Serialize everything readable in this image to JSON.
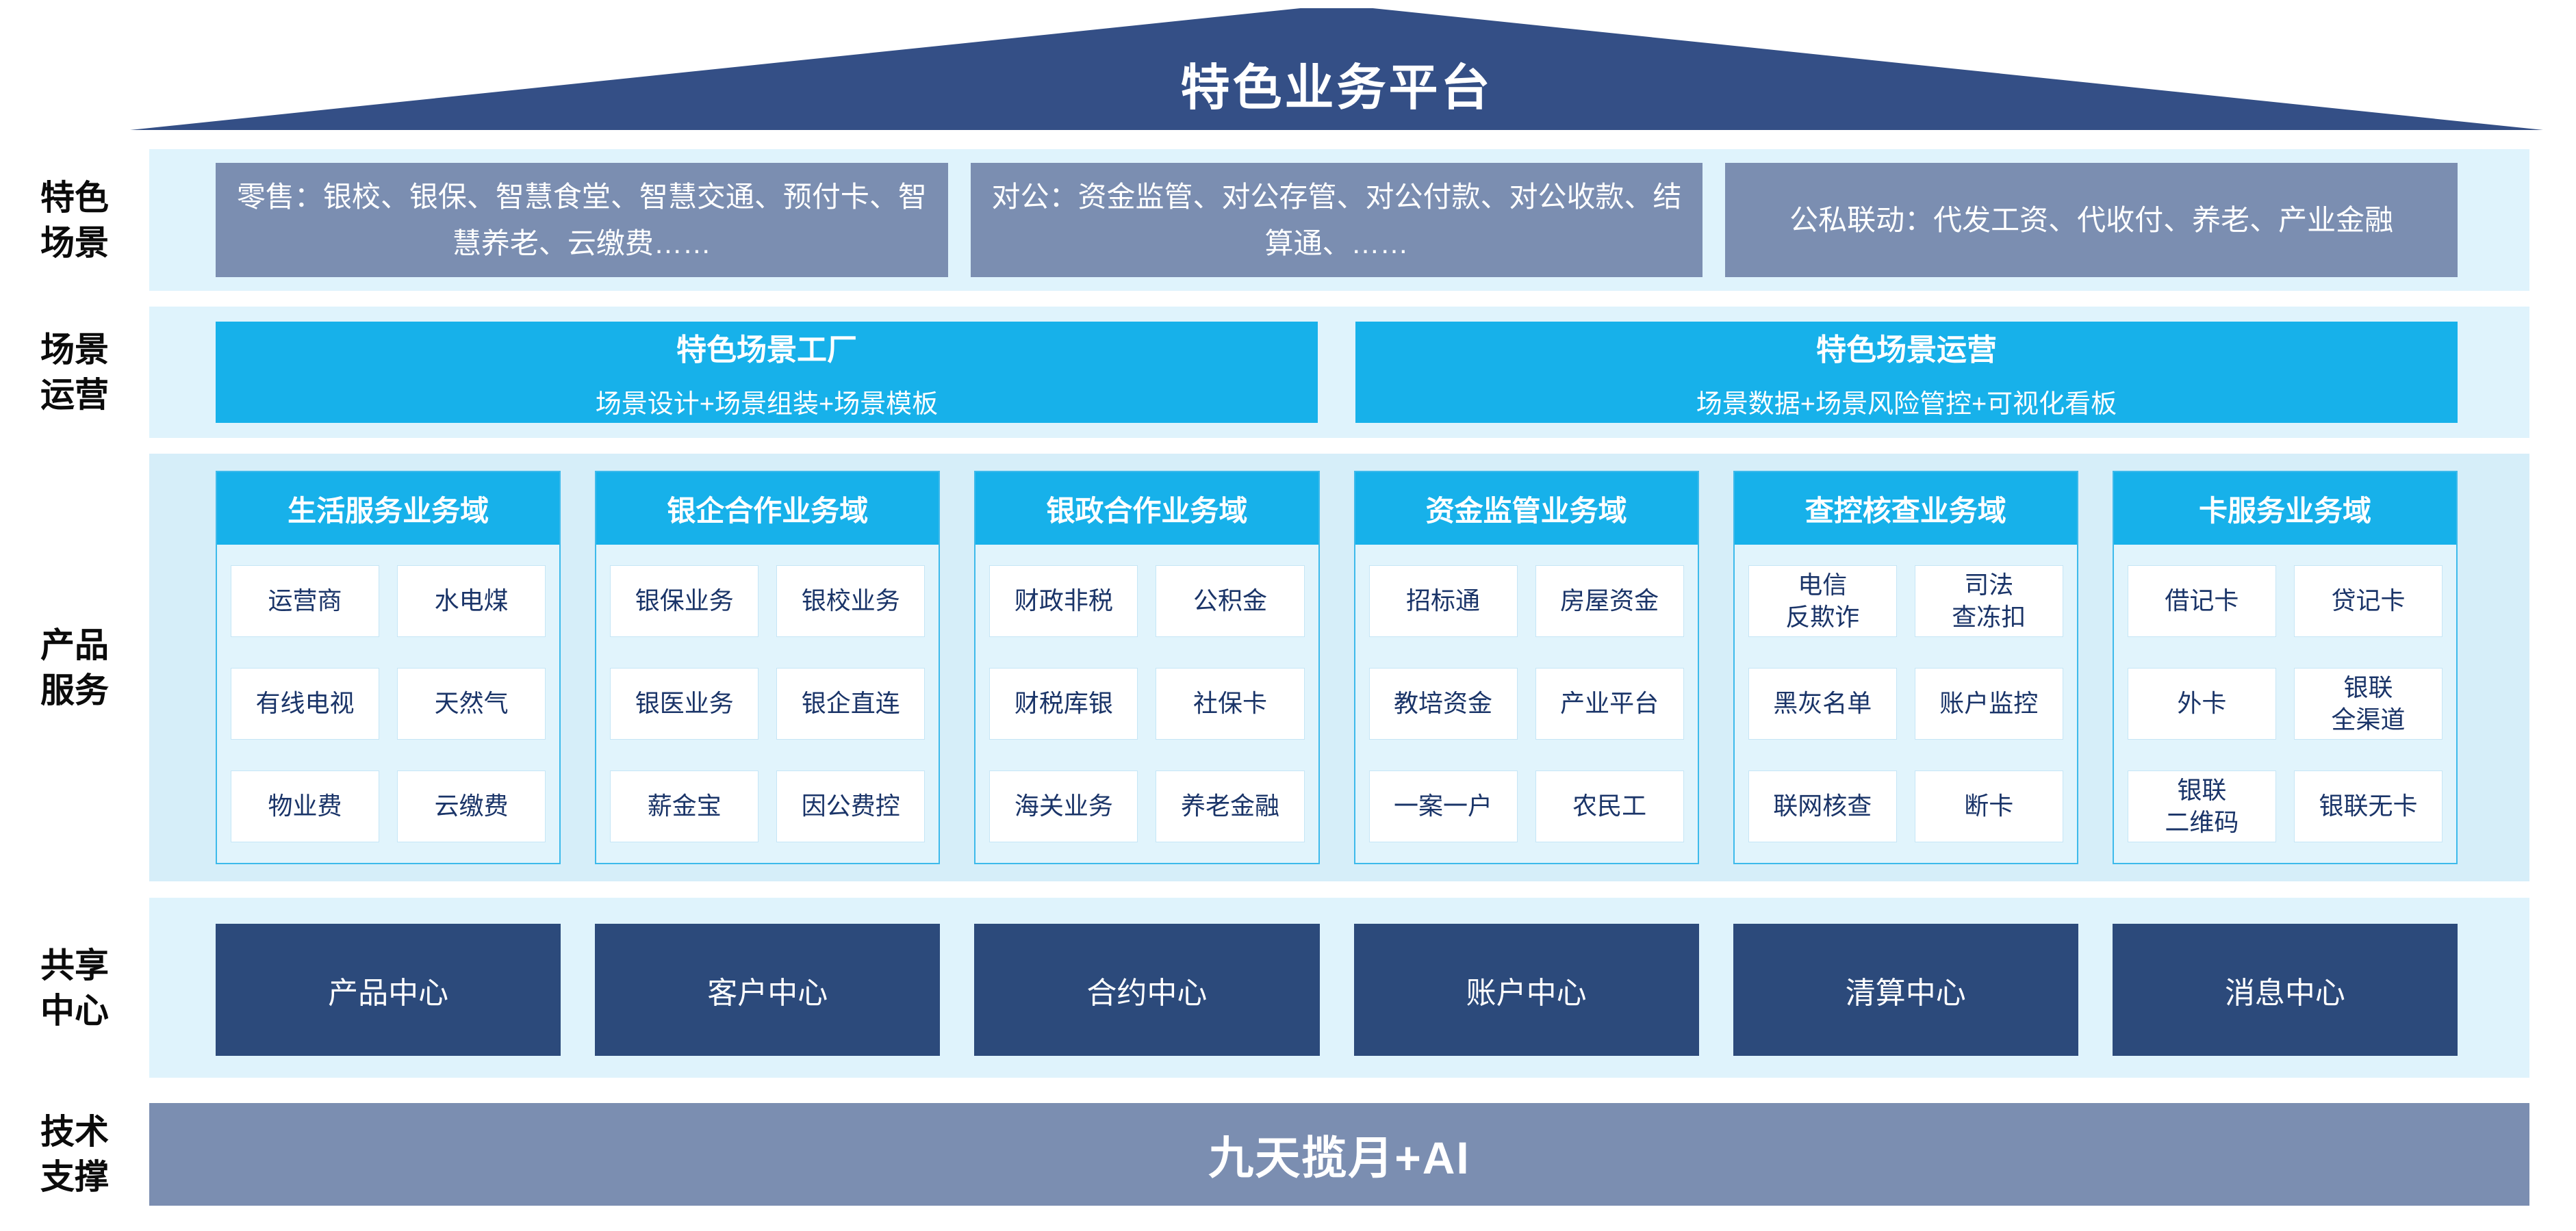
{
  "platform": {
    "title": "特色业务平台"
  },
  "rows": {
    "scene": {
      "label": "特色\n场景",
      "boxes": [
        "零售：银校、银保、智慧食堂、智慧交通、预付卡、智慧养老、云缴费……",
        "对公：资金监管、对公存管、对公付款、对公收款、结算通、……",
        "公私联动：代发工资、代收付、养老、产业金融"
      ]
    },
    "operation": {
      "label": "场景\n运营",
      "boxes": [
        {
          "title": "特色场景工厂",
          "subtitle": "场景设计+场景组装+场景模板"
        },
        {
          "title": "特色场景运营",
          "subtitle": "场景数据+场景风险管控+可视化看板"
        }
      ]
    },
    "product": {
      "label": "产品\n服务",
      "columns": [
        {
          "header": "生活服务业务域",
          "items": [
            "运营商",
            "水电煤",
            "有线电视",
            "天然气",
            "物业费",
            "云缴费"
          ]
        },
        {
          "header": "银企合作业务域",
          "items": [
            "银保业务",
            "银校业务",
            "银医业务",
            "银企直连",
            "薪金宝",
            "因公费控"
          ]
        },
        {
          "header": "银政合作业务域",
          "items": [
            "财政非税",
            "公积金",
            "财税库银",
            "社保卡",
            "海关业务",
            "养老金融"
          ]
        },
        {
          "header": "资金监管业务域",
          "items": [
            "招标通",
            "房屋资金",
            "教培资金",
            "产业平台",
            "一案一户",
            "农民工"
          ]
        },
        {
          "header": "查控核查业务域",
          "items": [
            "电信\n反欺诈",
            "司法\n查冻扣",
            "黑灰名单",
            "账户监控",
            "联网核查",
            "断卡"
          ]
        },
        {
          "header": "卡服务业务域",
          "items": [
            "借记卡",
            "贷记卡",
            "外卡",
            "银联\n全渠道",
            "银联\n二维码",
            "银联无卡"
          ]
        }
      ]
    },
    "shared": {
      "label": "共享\n中心",
      "items": [
        "产品中心",
        "客户中心",
        "合约中心",
        "账户中心",
        "清算中心",
        "消息中心"
      ]
    },
    "tech": {
      "label": "技术\n支撑",
      "bar": "九天揽月+AI"
    }
  },
  "colors": {
    "roof_navy": "#344F86",
    "slate_blue": "#7B8EB1",
    "cyan": "#17B1EA",
    "row_light_blue": "#DFF3FC",
    "panel_light_blue": "#E1F4FC",
    "center_navy": "#2C4A7B",
    "item_text_navy": "#1A3468"
  }
}
